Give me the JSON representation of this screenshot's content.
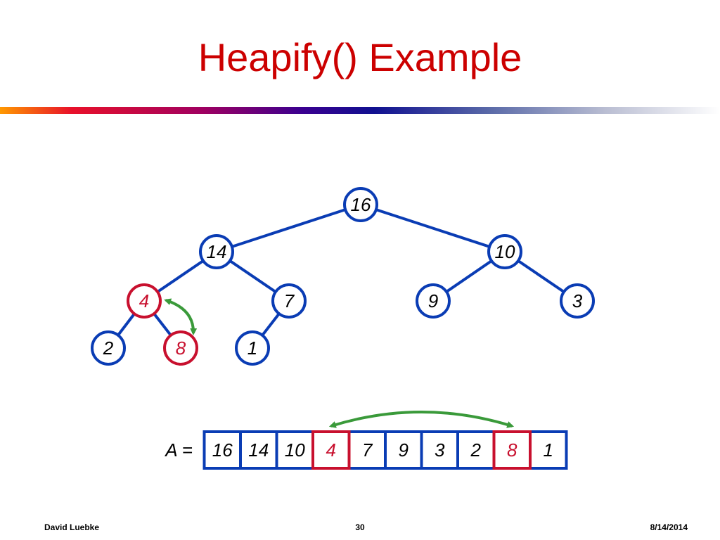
{
  "title": "Heapify() Example",
  "tree": {
    "nodes": [
      {
        "id": "n16",
        "label": "16",
        "highlight": false
      },
      {
        "id": "n14",
        "label": "14",
        "highlight": false
      },
      {
        "id": "n10",
        "label": "10",
        "highlight": false
      },
      {
        "id": "n4",
        "label": "4",
        "highlight": true
      },
      {
        "id": "n7",
        "label": "7",
        "highlight": false
      },
      {
        "id": "n9",
        "label": "9",
        "highlight": false
      },
      {
        "id": "n3",
        "label": "3",
        "highlight": false
      },
      {
        "id": "n2",
        "label": "2",
        "highlight": false
      },
      {
        "id": "n8",
        "label": "8",
        "highlight": true
      },
      {
        "id": "n1",
        "label": "1",
        "highlight": false
      }
    ],
    "edges": [
      [
        "n16",
        "n14"
      ],
      [
        "n16",
        "n10"
      ],
      [
        "n14",
        "n4"
      ],
      [
        "n14",
        "n7"
      ],
      [
        "n10",
        "n9"
      ],
      [
        "n10",
        "n3"
      ],
      [
        "n4",
        "n2"
      ],
      [
        "n4",
        "n8"
      ],
      [
        "n7",
        "n1"
      ]
    ],
    "swap": [
      "n4",
      "n8"
    ]
  },
  "array": {
    "label": "A =",
    "cells": [
      {
        "value": "16",
        "highlight": false
      },
      {
        "value": "14",
        "highlight": false
      },
      {
        "value": "10",
        "highlight": false
      },
      {
        "value": "4",
        "highlight": true
      },
      {
        "value": "7",
        "highlight": false
      },
      {
        "value": "9",
        "highlight": false
      },
      {
        "value": "3",
        "highlight": false
      },
      {
        "value": "2",
        "highlight": false
      },
      {
        "value": "8",
        "highlight": true
      },
      {
        "value": "1",
        "highlight": false
      }
    ],
    "swap_indices": [
      3,
      8
    ]
  },
  "colors": {
    "title": "#cc0000",
    "node_stroke": "#0a3cb4",
    "edge": "#0a3cb4",
    "highlight": "#c8102e",
    "swap_arrow": "#3a9a3a",
    "text": "#000000"
  },
  "footer": {
    "author": "David Luebke",
    "page": "30",
    "date": "8/14/2014"
  }
}
